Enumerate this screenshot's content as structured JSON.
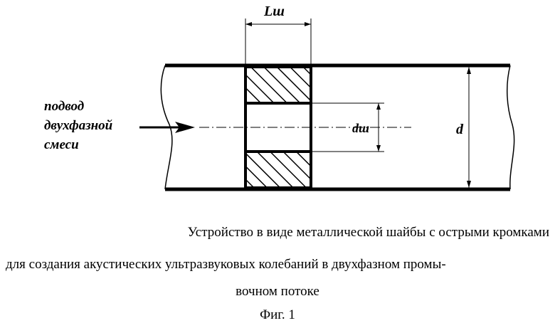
{
  "diagram": {
    "inlet_label_lines": [
      "подвод",
      "двухфазной",
      "смеси"
    ],
    "washer_length_label": "Lш",
    "hole_diameter_label": "dш",
    "pipe_diameter_label": "d"
  },
  "caption": {
    "line1": "Устройство в виде металлической шайбы с острыми кромками",
    "line2": "для создания акустических ультразвуковых колебаний в двухфазном промы-",
    "line3": "вочном потоке",
    "figure_label": "Фиг. 1"
  }
}
